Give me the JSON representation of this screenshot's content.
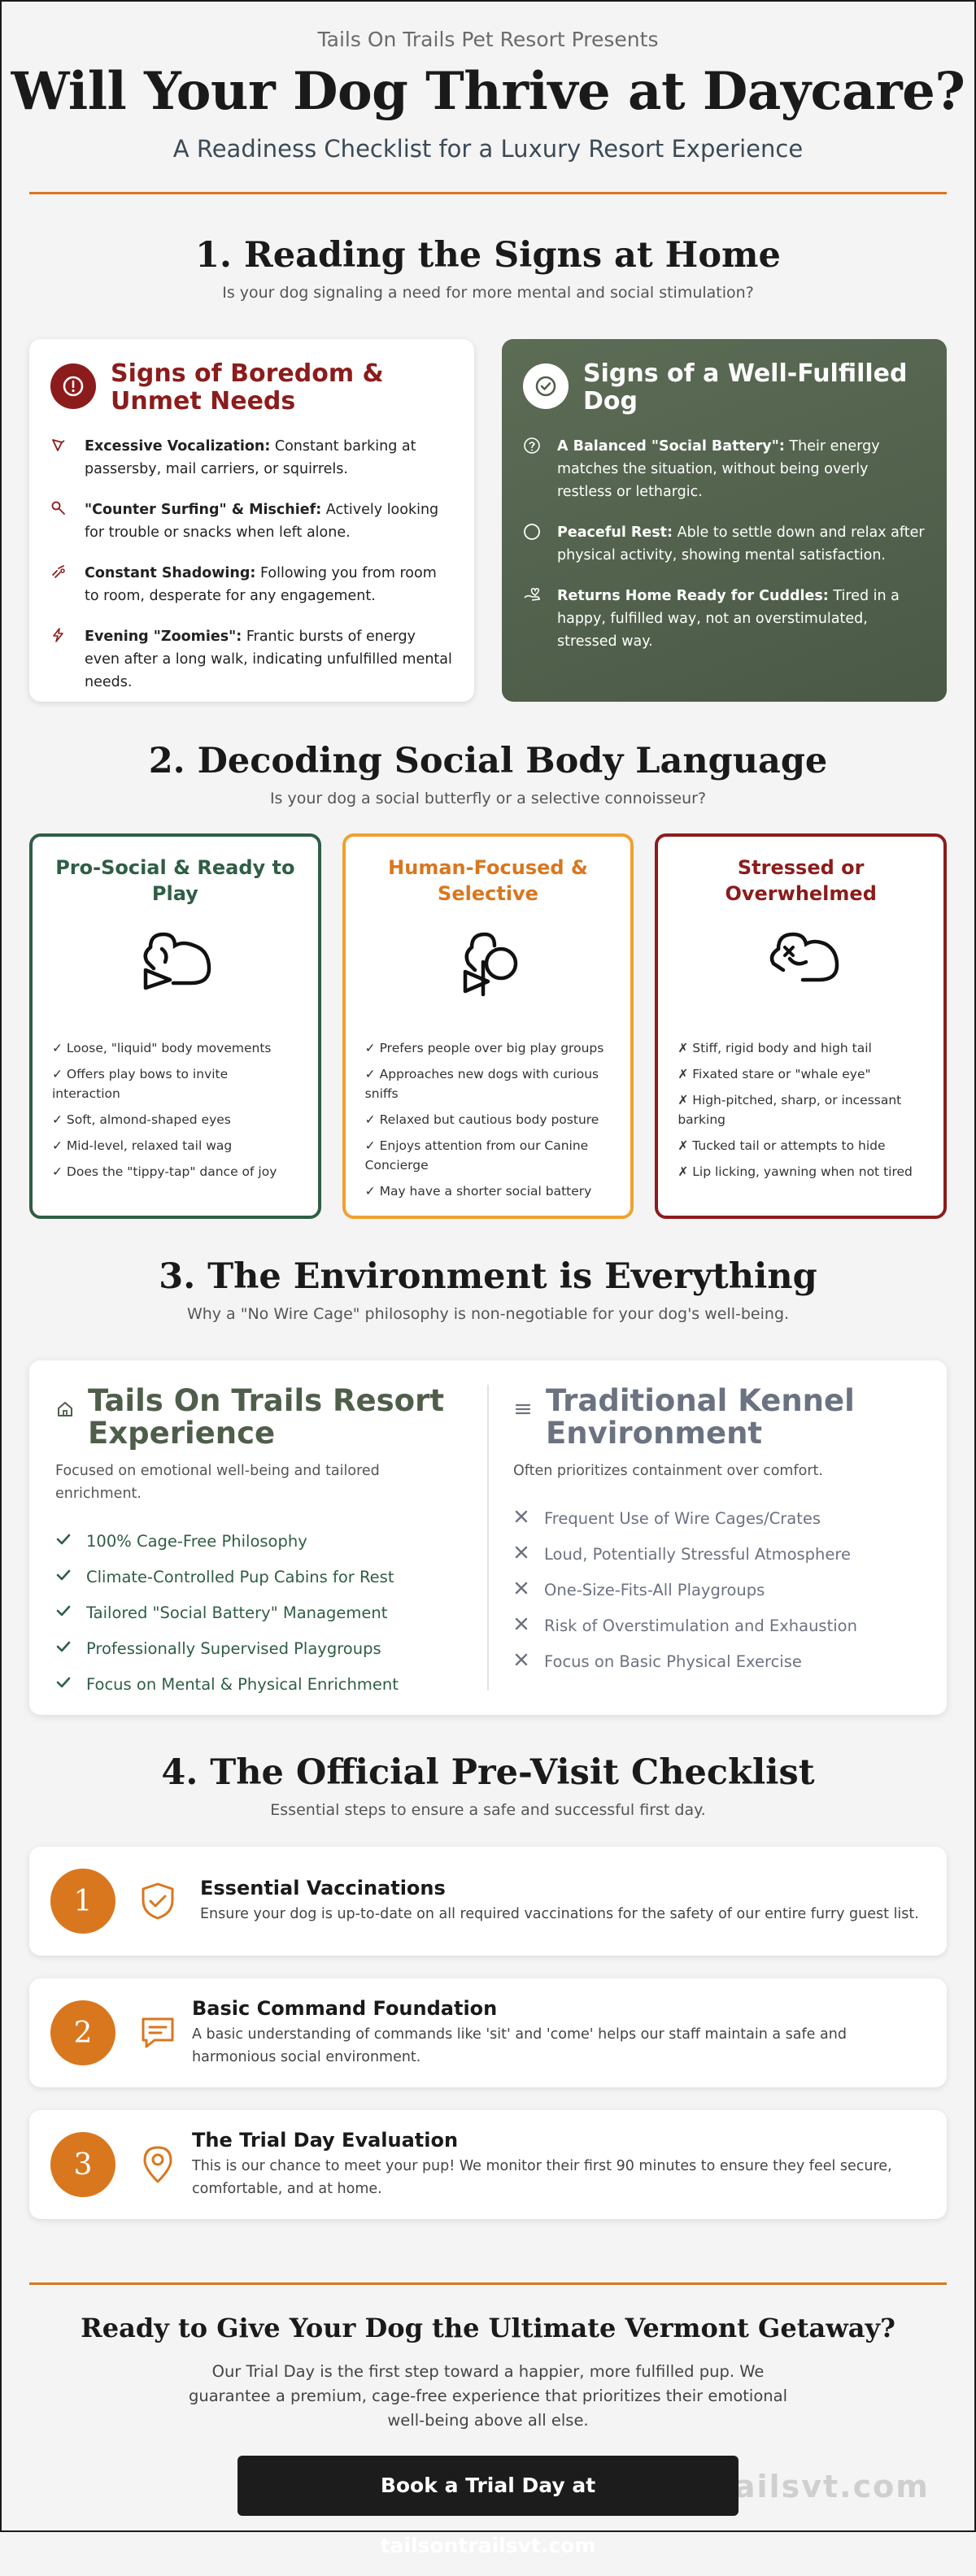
{
  "header": {
    "presents": "Tails On Trails Pet Resort Presents",
    "title": "Will Your Dog Thrive at Daycare?",
    "subtitle": "A Readiness Checklist for a Luxury Resort Experience"
  },
  "section1": {
    "title": "1. Reading the Signs at Home",
    "subtitle": "Is your dog signaling a need for more mental and social stimulation?",
    "boredom": {
      "title": "Signs of Boredom & Unmet Needs",
      "items": [
        {
          "bold": "Excessive Vocalization:",
          "text": " Constant barking at passersby, mail carriers, or squirrels.",
          "icon": "megaphone-icon"
        },
        {
          "bold": "\"Counter Surfing\" & Mischief:",
          "text": " Actively looking for trouble or snacks when left alone.",
          "icon": "search-icon"
        },
        {
          "bold": "Constant Shadowing:",
          "text": " Following you from room to room, desperate for any engagement.",
          "icon": "footsteps-icon"
        },
        {
          "bold": "Evening \"Zoomies\":",
          "text": " Frantic bursts of energy even after a long walk, indicating unfulfilled mental needs.",
          "icon": "lightning-icon"
        }
      ]
    },
    "fulfilled": {
      "title": "Signs of a Well-Fulfilled Dog",
      "items": [
        {
          "bold": "A Balanced \"Social Battery\":",
          "text": " Their energy matches the situation, without being overly restless or lethargic.",
          "icon": "balance-icon"
        },
        {
          "bold": "Peaceful Rest:",
          "text": " Able to settle down and relax after physical activity, showing mental satisfaction.",
          "icon": "moon-icon"
        },
        {
          "bold": "Returns Home Ready for Cuddles:",
          "text": " Tired in a happy, fulfilled way, not an overstimulated, stressed way.",
          "icon": "heart-hand-icon"
        }
      ]
    }
  },
  "section2": {
    "title": "2. Decoding Social Body Language",
    "subtitle": "Is your dog a social butterfly or a selective connoisseur?",
    "cards": [
      {
        "title": "Pro-Social & Ready to Play",
        "color": "#2f5e45",
        "items": [
          "✓ Loose, \"liquid\" body movements",
          "✓ Offers play bows to invite interaction",
          "✓ Soft, almond-shaped eyes",
          "✓ Mid-level, relaxed tail wag",
          "✓ Does the \"tippy-tap\" dance of joy"
        ]
      },
      {
        "title": "Human-Focused & Selective",
        "color": "#d9771f",
        "items": [
          "✓ Prefers people over big play groups",
          "✓ Approaches new dogs with curious sniffs",
          "✓ Relaxed but cautious body posture",
          "✓ Enjoys attention from our Canine Concierge",
          "✓ May have a shorter social battery"
        ]
      },
      {
        "title": "Stressed or Overwhelmed",
        "color": "#8c1c1c",
        "items": [
          "✗ Stiff, rigid body and high tail",
          "✗ Fixated stare or \"whale eye\"",
          "✗ High-pitched, sharp, or incessant barking",
          "✗ Tucked tail or attempts to hide",
          "✗ Lip licking, yawning when not tired"
        ]
      }
    ]
  },
  "section3": {
    "title": "3. The Environment is Everything",
    "subtitle": "Why a \"No Wire Cage\" philosophy is non-negotiable for your dog's well-being.",
    "resort": {
      "title": "Tails On Trails Resort Experience",
      "desc": "Focused on emotional well-being and tailored enrichment.",
      "items": [
        "100% Cage-Free Philosophy",
        "Climate-Controlled Pup Cabins for Rest",
        "Tailored \"Social Battery\" Management",
        "Professionally Supervised Playgroups",
        "Focus on Mental & Physical Enrichment"
      ]
    },
    "kennel": {
      "title": "Traditional Kennel Environment",
      "desc": "Often prioritizes containment over comfort.",
      "items": [
        "Frequent Use of Wire Cages/Crates",
        "Loud, Potentially Stressful Atmosphere",
        "One-Size-Fits-All Playgroups",
        "Risk of Overstimulation and Exhaustion",
        "Focus on Basic Physical Exercise"
      ]
    }
  },
  "section4": {
    "title": "4. The Official Pre-Visit Checklist",
    "subtitle": "Essential steps to ensure a safe and successful first day.",
    "steps": [
      {
        "num": "1",
        "title": "Essential Vaccinations",
        "desc": "Ensure your dog is up-to-date on all required vaccinations for the safety of our entire furry guest list.",
        "icon": "shield-check-icon"
      },
      {
        "num": "2",
        "title": "Basic Command Foundation",
        "desc": "A basic understanding of commands like 'sit' and 'come' helps our staff maintain a safe and harmonious social environment.",
        "icon": "chat-icon"
      },
      {
        "num": "3",
        "title": "The Trial Day Evaluation",
        "desc": "This is our chance to meet your pup! We monitor their first 90 minutes to ensure they feel secure, comfortable, and at home.",
        "icon": "location-pin-icon"
      }
    ]
  },
  "cta": {
    "title": "Ready to Give Your Dog the Ultimate Vermont Getaway?",
    "body": "Our Trial Day is the first step toward a happier, more fulfilled pup. We guarantee a premium, cage-free experience that prioritizes their emotional well-being above all else.",
    "button": "Book a Trial Day at tailsontrailsvt.com",
    "watermark": "trailsvt.com"
  },
  "colors": {
    "accent": "#d9771f",
    "red": "#8c1c1c",
    "green": "#2f5e45",
    "sage": "#4f5e4a",
    "slate": "#6b7280"
  }
}
